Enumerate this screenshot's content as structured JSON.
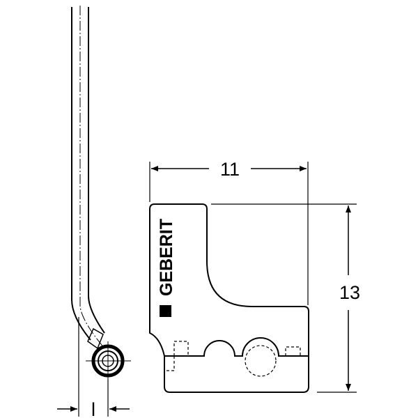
{
  "brand": "GEBERIT",
  "dimensions": {
    "width": "11",
    "height": "13",
    "offset": "l"
  }
}
